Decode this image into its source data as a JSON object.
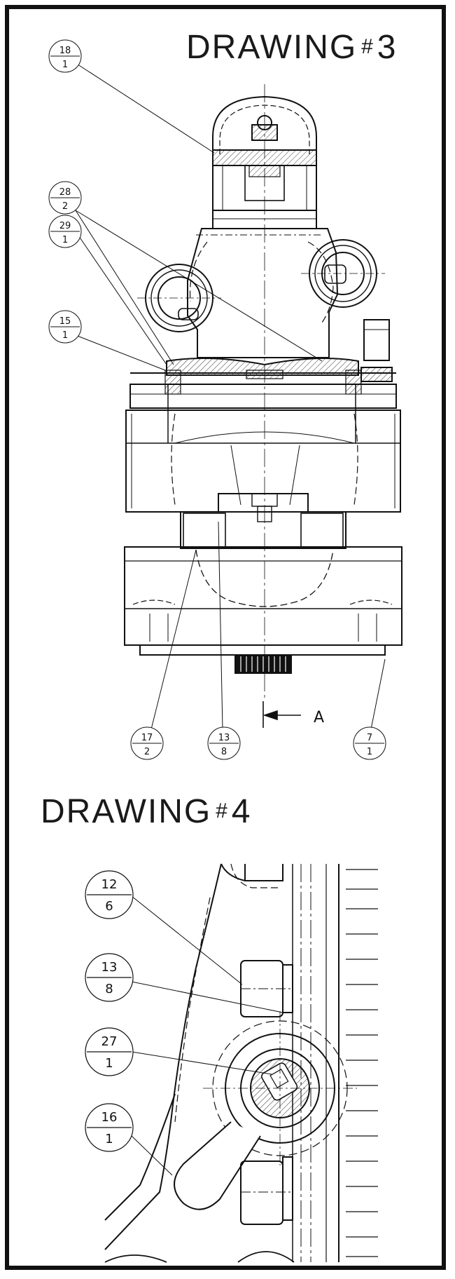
{
  "drawing3": {
    "title_prefix": "DRAWING",
    "hash": "#",
    "number": "3",
    "view_label": "A",
    "balloons": [
      {
        "id": "b18",
        "item": "18",
        "qty": "1"
      },
      {
        "id": "b28",
        "item": "28",
        "qty": "2"
      },
      {
        "id": "b29",
        "item": "29",
        "qty": "1"
      },
      {
        "id": "b15",
        "item": "15",
        "qty": "1"
      },
      {
        "id": "b17",
        "item": "17",
        "qty": "2"
      },
      {
        "id": "b13",
        "item": "13",
        "qty": "8"
      },
      {
        "id": "b7",
        "item": "7",
        "qty": "1"
      }
    ]
  },
  "drawing4": {
    "title_prefix": "DRAWING",
    "hash": "#",
    "number": "4",
    "balloons": [
      {
        "id": "c12",
        "item": "12",
        "qty": "6"
      },
      {
        "id": "c13",
        "item": "13",
        "qty": "8"
      },
      {
        "id": "c27",
        "item": "27",
        "qty": "1"
      },
      {
        "id": "c16",
        "item": "16",
        "qty": "1"
      }
    ]
  }
}
